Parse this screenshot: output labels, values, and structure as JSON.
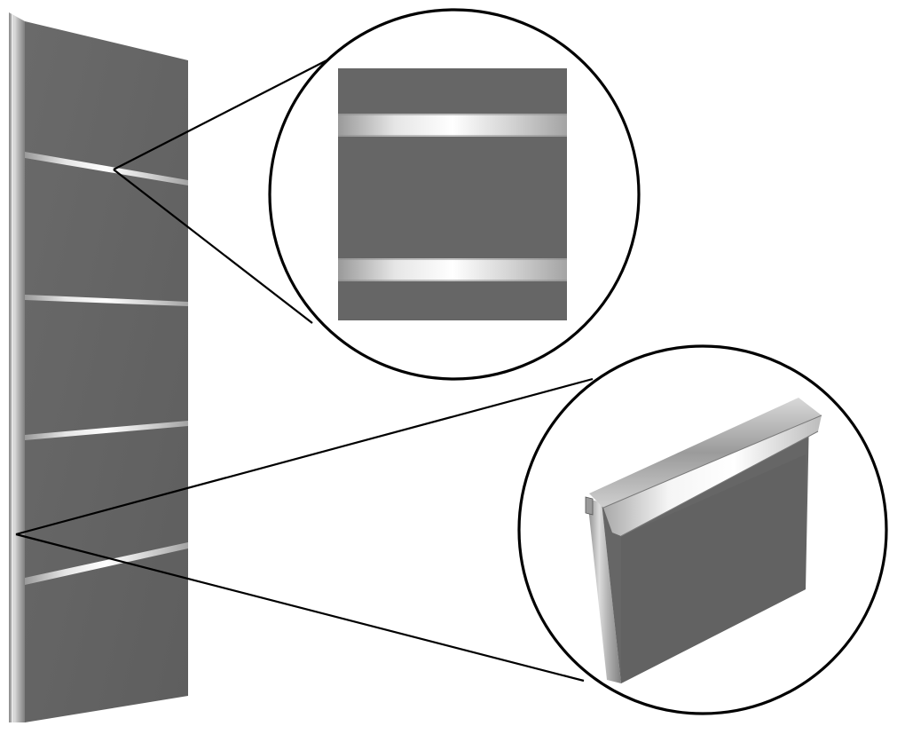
{
  "colors": {
    "background": "#ffffff",
    "panel": "#666666",
    "panel_dark": "#5a5a5a",
    "steel_light": "#f2f2f2",
    "steel_mid": "#c4c4c4",
    "steel_dark": "#8e8e8e",
    "callout_line": "#000000"
  },
  "components": {
    "door": "door-panel",
    "inlay_strips": "stainless-steel-inlay-strips",
    "edge_profile": "aluminium-edge-profile",
    "detail_top": "inlay-detail-closeup",
    "detail_bottom": "edge-profile-detail-closeup"
  },
  "counts": {
    "inlay_strips_on_door": 4,
    "strips_in_top_detail": 2
  }
}
